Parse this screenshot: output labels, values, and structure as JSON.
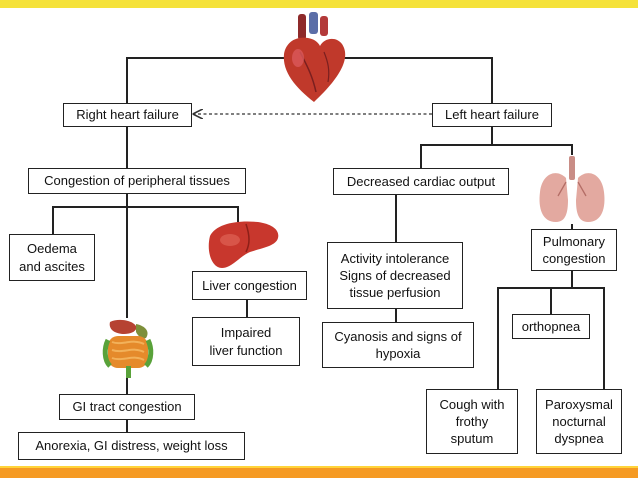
{
  "nodes": {
    "right_heart_failure": "Right heart failure",
    "left_heart_failure": "Left heart failure",
    "congestion_peripheral": "Congestion of peripheral tissues",
    "decreased_cardiac_output": "Decreased cardiac output",
    "oedema_ascites": "Oedema\nand ascites",
    "liver_congestion": "Liver congestion",
    "impaired_liver_function": "Impaired\nliver function",
    "gi_tract_congestion": "GI tract congestion",
    "anorexia_gi": "Anorexia, GI distress, weight loss",
    "activity_intolerance": "Activity intolerance\nSigns of decreased\ntissue perfusion",
    "cyanosis_hypoxia": "Cyanosis and signs of\nhypoxia",
    "pulmonary_congestion": "Pulmonary\ncongestion",
    "orthopnea": "orthopnea",
    "cough_frothy": "Cough with\nfrothy\nsputum",
    "paroxysmal_dyspnea": "Paroxysmal\nnocturnal\ndyspnea"
  },
  "illustrations": [
    "heart-icon",
    "liver-icon",
    "lungs-icon",
    "gi-tract-icon"
  ],
  "colors": {
    "top_band": "#f5e23a",
    "bottom_band": "#f59a23",
    "line": "#222222",
    "heart": "#c0392b",
    "liver": "#c0392b",
    "lungs": "#e3a9a0"
  }
}
